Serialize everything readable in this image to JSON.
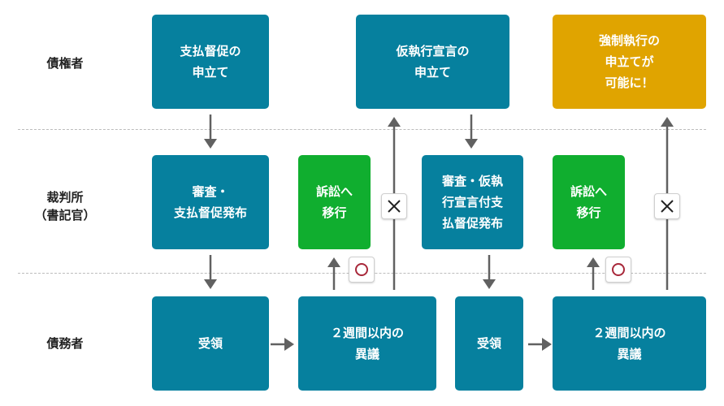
{
  "lanes": {
    "creditor": "債権者",
    "court": "裁判所\n（書記官）",
    "debtor": "債務者"
  },
  "boxes": {
    "payment_order_request": "支払督促の\n申立て",
    "provisional_execution_request": "仮執行宣言の\n申立て",
    "enforcement_possible": "強制執行の\n申立てが\n可能に！",
    "review_issue_order": "審査・\n支払督促発布",
    "lawsuit_transfer_1": "訴訟へ\n移行",
    "review_issue_provisional": "審査・仮執\n行宣言付支\n払督促発布",
    "lawsuit_transfer_2": "訴訟へ\n移行",
    "receipt_1": "受領",
    "objection_1": "２週間以内の\n異議",
    "receipt_2": "受領",
    "objection_2": "２週間以内の\n異議"
  },
  "colors": {
    "process": "#06809e",
    "lawsuit": "#10ae2f",
    "result": "#e0a400",
    "arrow": "#616161",
    "yes_mark": "#a8283a",
    "no_mark": "#222222"
  },
  "marks": {
    "yes": "circle-mark",
    "no": "cross-mark"
  }
}
